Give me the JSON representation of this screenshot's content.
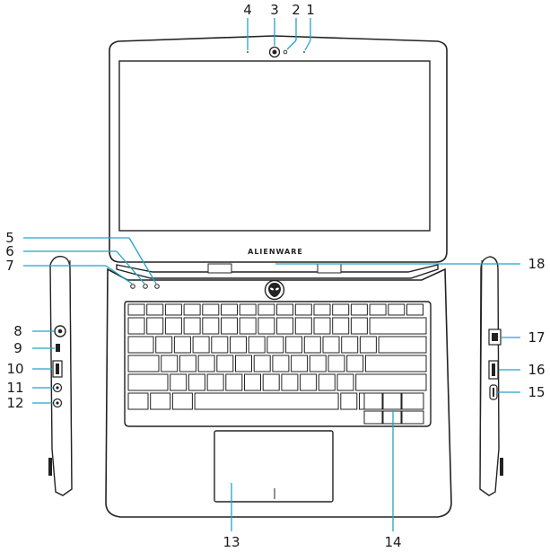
{
  "brand": "ALIENWARE",
  "accent_color": "#23a3c6",
  "callouts": [
    {
      "number": "1"
    },
    {
      "number": "2"
    },
    {
      "number": "3"
    },
    {
      "number": "4"
    },
    {
      "number": "5"
    },
    {
      "number": "6"
    },
    {
      "number": "7"
    },
    {
      "number": "8"
    },
    {
      "number": "9"
    },
    {
      "number": "10"
    },
    {
      "number": "11"
    },
    {
      "number": "12"
    },
    {
      "number": "13"
    },
    {
      "number": "14"
    },
    {
      "number": "15"
    },
    {
      "number": "16"
    },
    {
      "number": "17"
    },
    {
      "number": "18"
    }
  ],
  "icons": {
    "logo": "alien-head-icon",
    "camera": "camera-icon",
    "usb": "usb-port-icon",
    "usb_c": "usb-c-port-icon",
    "ethernet": "ethernet-port-icon",
    "audio": "audio-jack-icon",
    "lock": "security-lock-slot-icon"
  }
}
